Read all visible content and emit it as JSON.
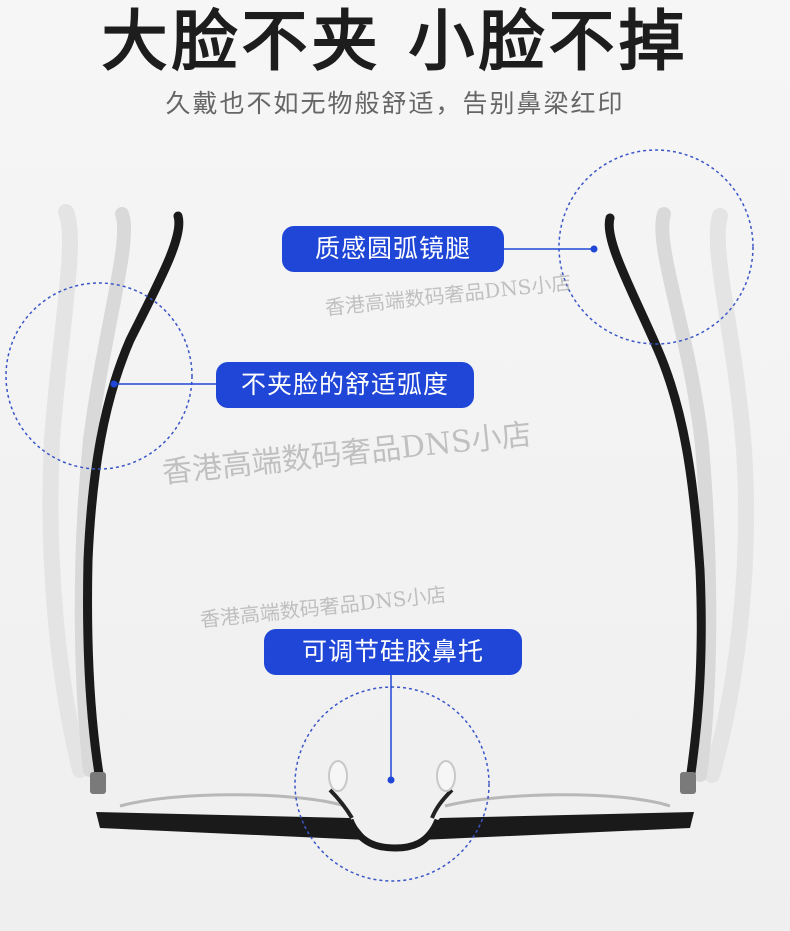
{
  "headline": "大脸不夹 小脸不掉",
  "subheadline": "久戴也不如无物般舒适，告别鼻梁红印",
  "callouts": {
    "temple_tip": "质感圆弧镜腿",
    "temple_arc": "不夹脸的舒适弧度",
    "nose_pads": "可调节硅胶鼻托"
  },
  "watermarks": [
    "香港高端数码奢品DNS小店",
    "香港高端数码奢品DNS小店",
    "香港高端数码奢品DNS小店"
  ],
  "colors": {
    "accent": "#1f46d6",
    "frame": "#1a1a1a",
    "background": "#f3f3f3"
  }
}
